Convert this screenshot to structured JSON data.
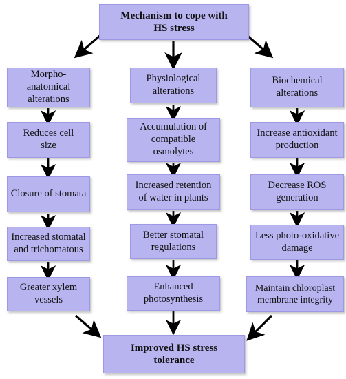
{
  "top": {
    "line1": "Mechanism to cope with",
    "line2": "HS stress"
  },
  "columns": [
    {
      "header": [
        "Morpho-anatomical",
        "alterations"
      ],
      "steps": [
        [
          "Reduces cell",
          "size"
        ],
        [
          "Closure of stomata"
        ],
        [
          "Increased stomatal",
          "and trichomatous"
        ],
        [
          "Greater xylem",
          "vessels"
        ]
      ]
    },
    {
      "header": [
        "Physiological",
        "alterations"
      ],
      "steps": [
        [
          "Accumulation of",
          "compatible",
          "osmolytes"
        ],
        [
          "Increased retention",
          "of water in plants"
        ],
        [
          "Better stomatal",
          "regulations"
        ],
        [
          "Enhanced",
          "photosynthesis"
        ]
      ]
    },
    {
      "header": [
        "Biochemical",
        "alterations"
      ],
      "steps": [
        [
          "Increase antioxidant",
          "production"
        ],
        [
          "Decrease ROS",
          "generation"
        ],
        [
          "Less photo-oxidative",
          "damage"
        ],
        [
          "Maintain chloroplast",
          "membrane integrity"
        ]
      ]
    }
  ],
  "bottom": {
    "line1": "Improved HS stress",
    "line2": "tolerance"
  }
}
